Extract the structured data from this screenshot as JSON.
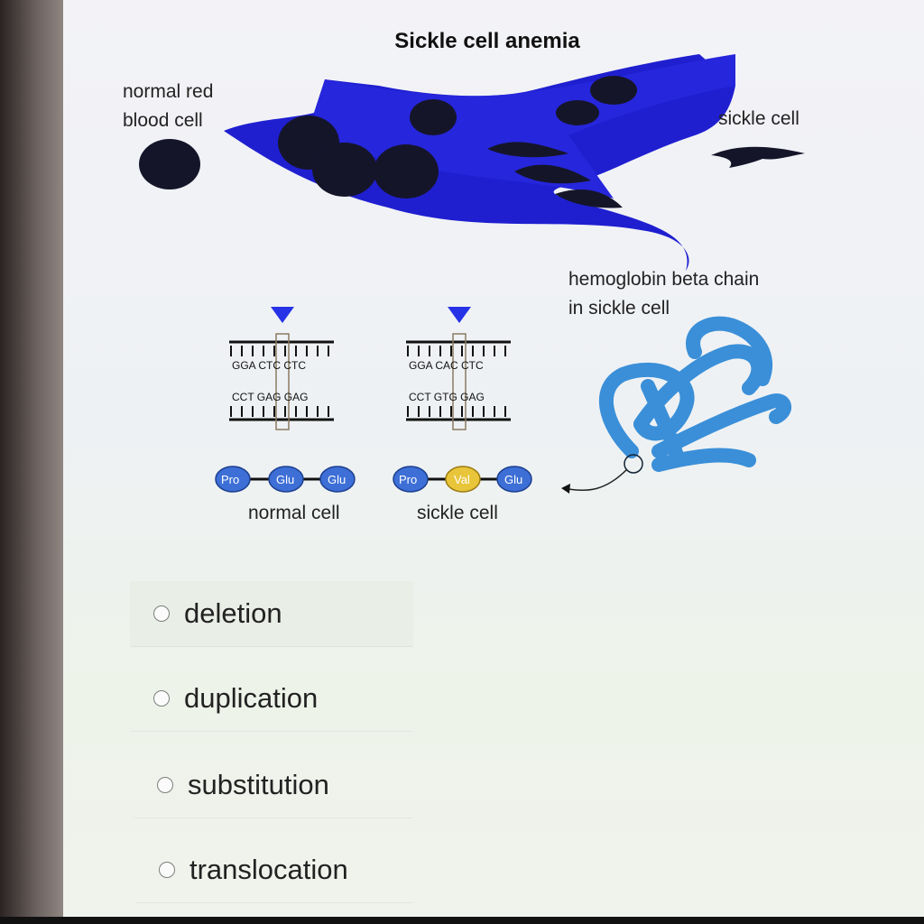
{
  "diagram": {
    "title": "Sickle cell anemia",
    "normal_rbc_label_line1": "normal red",
    "normal_rbc_label_line2": "blood cell",
    "sickle_cell_label": "sickle cell",
    "hemoglobin_label_line1": "hemoglobin beta chain",
    "hemoglobin_label_line2": "in sickle cell",
    "normal_dna_top": "GGA CTC CTC",
    "normal_dna_bottom": "CCT GAG GAG",
    "sickle_dna_top": "GGA CAC CTC",
    "sickle_dna_bottom": "CCT GTG GAG",
    "normal_amino_acids": [
      "Pro",
      "Glu",
      "Glu"
    ],
    "sickle_amino_acids": [
      "Pro",
      "Val",
      "Glu"
    ],
    "normal_caption": "normal cell",
    "sickle_caption": "sickle cell"
  },
  "colors": {
    "vessel": "#1f1fd0",
    "rbc": "#15152a",
    "mutation_marker": "#2632e6",
    "amino_default": "#3d6fd6",
    "amino_mutant": "#e8c53a",
    "hemoglobin": "#3a8fd8"
  },
  "options": [
    {
      "label": "deletion"
    },
    {
      "label": "duplication"
    },
    {
      "label": "substitution"
    },
    {
      "label": "translocation"
    }
  ]
}
